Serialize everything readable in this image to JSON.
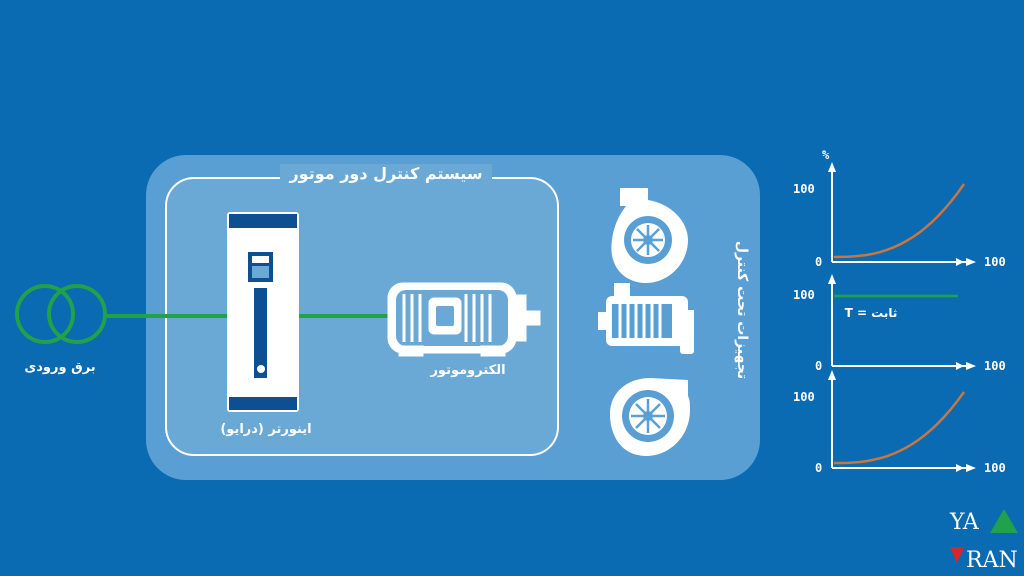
{
  "colors": {
    "background": "#0a6ab2",
    "panel_outer": "#5a9fd4",
    "panel_inner": "#6aa8d6",
    "line": "#21a14a",
    "curve": "#c87740",
    "icon": "#ffffff",
    "inverter_dark": "#0d4f91"
  },
  "labels": {
    "system_title": "سیستم کنترل دور موتور",
    "input_power": "برق ورودی",
    "inverter": "اینورتر (درایو)",
    "motor": "الکتروموتور",
    "equipment": "تجهیزات تحت کنترل",
    "constant_torque": "ثابت = T"
  },
  "icons": {
    "transformer": "transformer-icon",
    "inverter": "inverter-drive-icon",
    "motor": "electric-motor-icon",
    "pump": "centrifugal-pump-icon",
    "compressor": "compressor-icon",
    "fan": "blower-fan-icon"
  },
  "chart_data": [
    {
      "type": "line",
      "y_unit": "%",
      "y_tick": "100",
      "origin": "0",
      "x_tick": "100",
      "curve": "rising-quadratic",
      "series": [
        {
          "x": [
            0,
            20,
            40,
            60,
            80,
            100
          ],
          "y": [
            4,
            8,
            16,
            34,
            60,
            100
          ]
        }
      ]
    },
    {
      "type": "line",
      "y_tick": "100",
      "origin": "0",
      "x_tick": "100",
      "curve": "constant",
      "series": [
        {
          "x": [
            0,
            100
          ],
          "y": [
            100,
            100
          ]
        }
      ]
    },
    {
      "type": "line",
      "y_tick": "100",
      "origin": "0",
      "x_tick": "100",
      "curve": "rising-quadratic",
      "series": [
        {
          "x": [
            0,
            20,
            40,
            60,
            80,
            100
          ],
          "y": [
            4,
            8,
            16,
            34,
            60,
            100
          ]
        }
      ]
    }
  ],
  "logo": {
    "line1": "YA",
    "line2": "RAN",
    "letter": "R"
  }
}
